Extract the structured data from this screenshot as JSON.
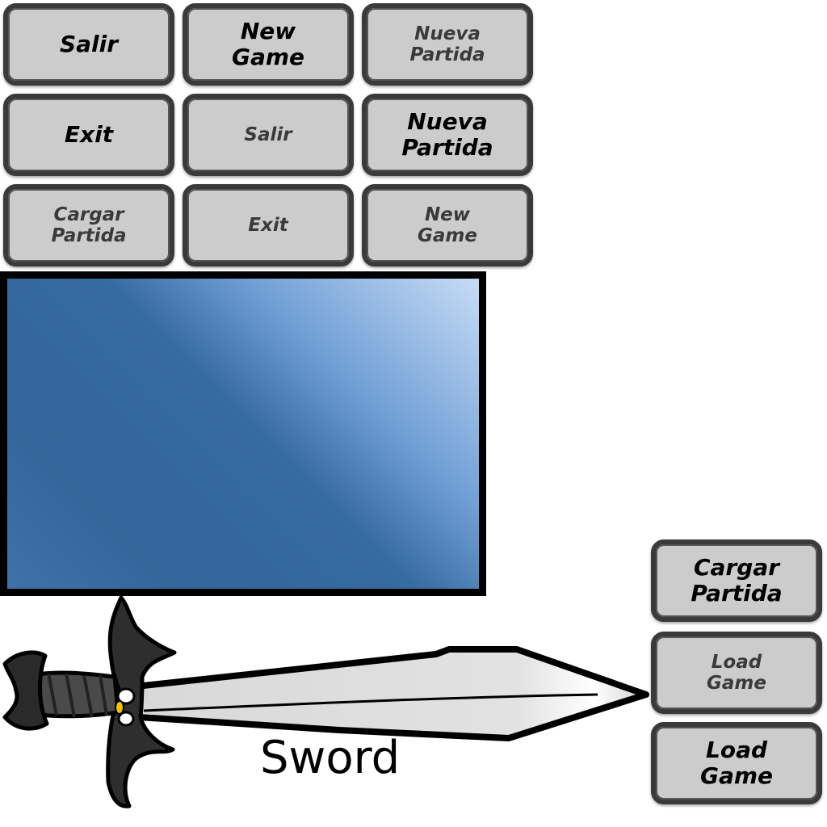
{
  "menu_grid": [
    {
      "label": "Salir",
      "style": "bold"
    },
    {
      "label": "New\nGame",
      "style": "bold"
    },
    {
      "label": "Nueva\nPartida",
      "style": "dim"
    },
    {
      "label": "Exit",
      "style": "bold"
    },
    {
      "label": "Salir",
      "style": "dim"
    },
    {
      "label": "Nueva\nPartida",
      "style": "bold"
    },
    {
      "label": "Cargar\nPartida",
      "style": "dim"
    },
    {
      "label": "Exit",
      "style": "dim"
    },
    {
      "label": "New\nGame",
      "style": "dim"
    }
  ],
  "side_buttons": [
    {
      "label": "Cargar\nPartida",
      "style": "bold"
    },
    {
      "label": "Load\nGame",
      "style": "dim"
    },
    {
      "label": "Load\nGame",
      "style": "bold"
    }
  ],
  "sword": {
    "label": "Sword"
  },
  "colors": {
    "button_fill": "#cccccc",
    "button_border": "#3a3a3a",
    "panel_blue": "#33669a",
    "panel_highlight": "#c6dcf5"
  }
}
